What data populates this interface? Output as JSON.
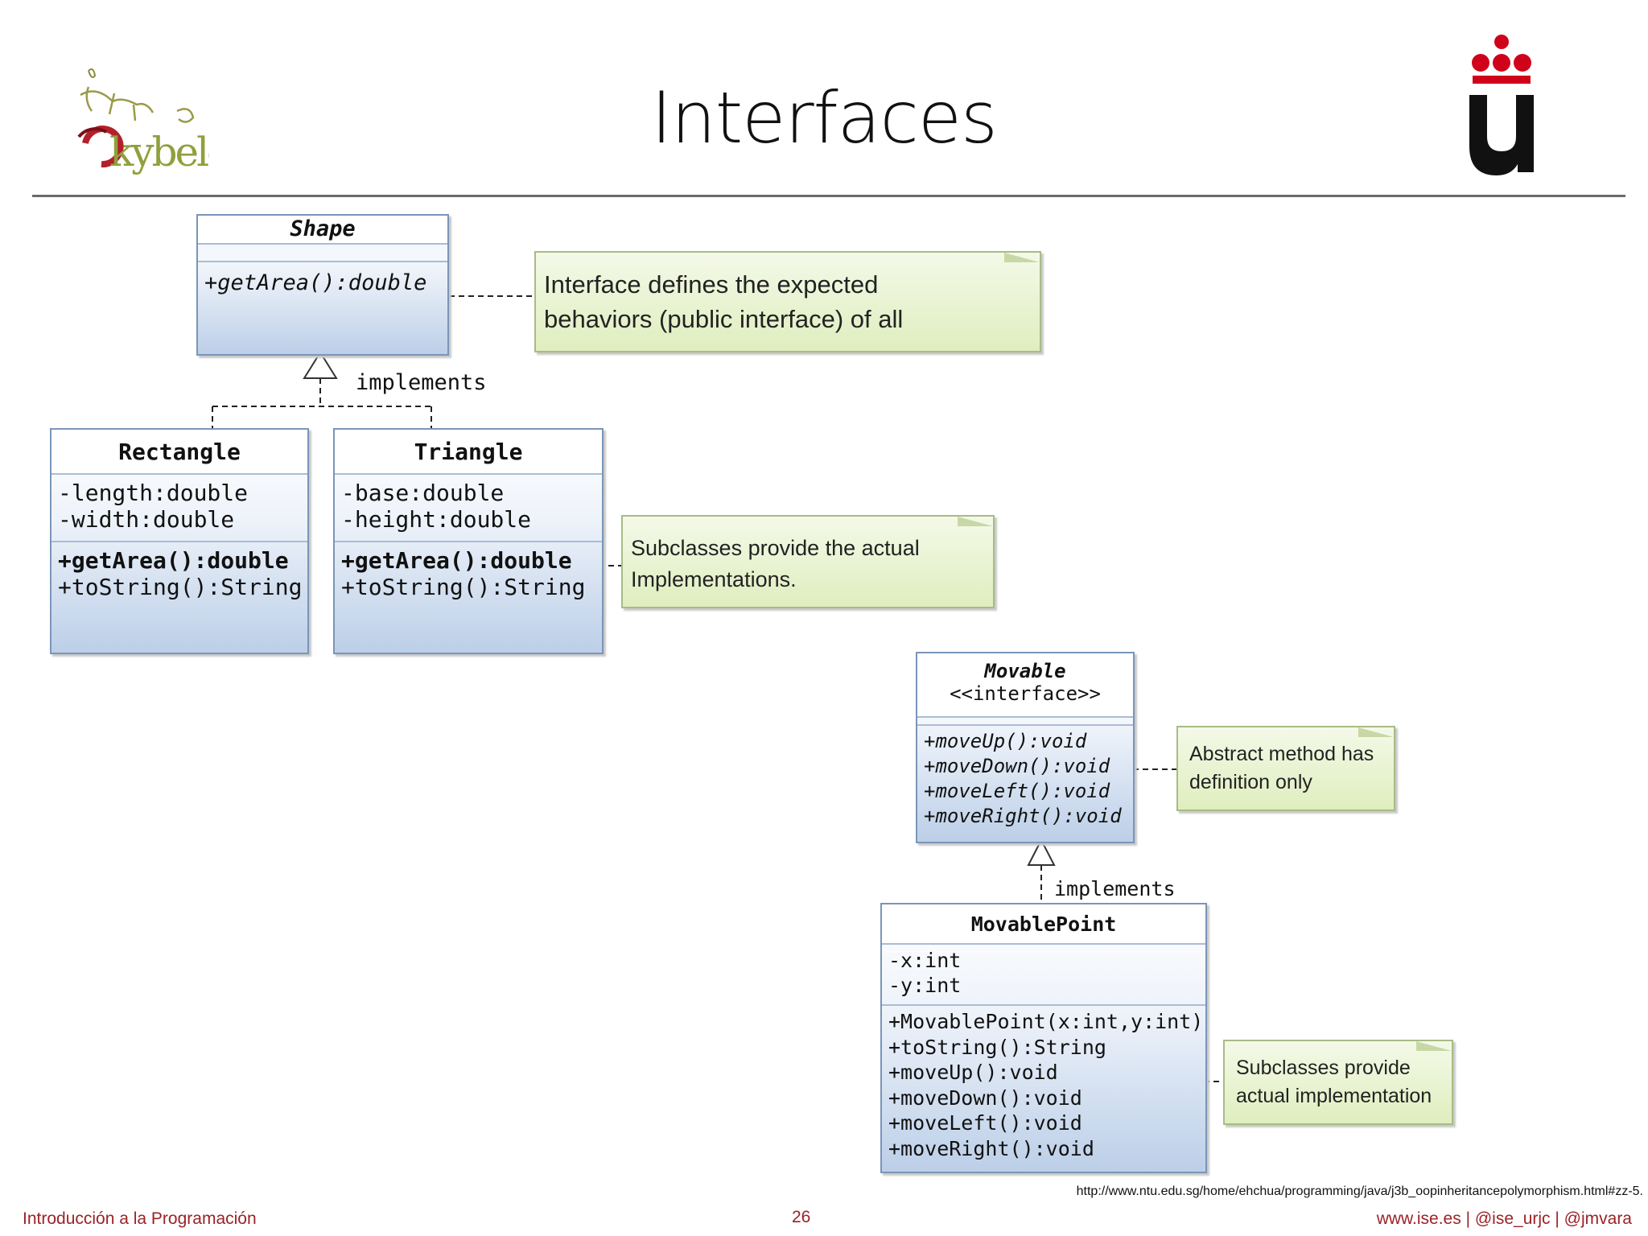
{
  "slide": {
    "title": "Interfaces",
    "logo_left_text": "kybele",
    "logo_right_text": "ü"
  },
  "shape_class": {
    "name": "Shape",
    "methods": [
      "+getArea():double"
    ]
  },
  "rectangle_class": {
    "name": "Rectangle",
    "attributes": [
      "-length:double",
      "-width:double"
    ],
    "methods": [
      "+getArea():double",
      "+toString():String"
    ]
  },
  "triangle_class": {
    "name": "Triangle",
    "attributes": [
      "-base:double",
      "-height:double"
    ],
    "methods": [
      "+getArea():double",
      "+toString():String"
    ]
  },
  "movable_class": {
    "name": "Movable",
    "stereotype": "<<interface>>",
    "methods": [
      "+moveUp():void",
      "+moveDown():void",
      "+moveLeft():void",
      "+moveRight():void"
    ]
  },
  "movablepoint_class": {
    "name": "MovablePoint",
    "attributes": [
      "-x:int",
      "-y:int"
    ],
    "methods": [
      "+MovablePoint(x:int,y:int)",
      "+toString():String",
      "+moveUp():void",
      "+moveDown():void",
      "+moveLeft():void",
      "+moveRight():void"
    ]
  },
  "labels": {
    "implements_top": "implements",
    "implements_bottom": "implements"
  },
  "notes": {
    "interface_note_line1": "Interface defines the expected",
    "interface_note_line2": "behaviors (public interface) of all",
    "subclasses_note_line1": "Subclasses provide the actual",
    "subclasses_note_line2": "Implementations.",
    "abstract_note_line1": "Abstract method has",
    "abstract_note_line2": "definition only",
    "impl_note_line1": "Subclasses provide",
    "impl_note_line2": "actual implementation"
  },
  "footer": {
    "course": "Introducción a la Programación",
    "page_number": "26",
    "links": "www.ise.es | @ise_urjc | @jmvara",
    "source_url": "http://www.ntu.edu.sg/home/ehchua/programming/java/j3b_oopinheritancepolymorphism.html#zz-5."
  },
  "colors": {
    "accent": "#9b2226",
    "class_border": "#7a95b8",
    "note_border": "#a8bb86",
    "urjc_red": "#d0021b"
  }
}
